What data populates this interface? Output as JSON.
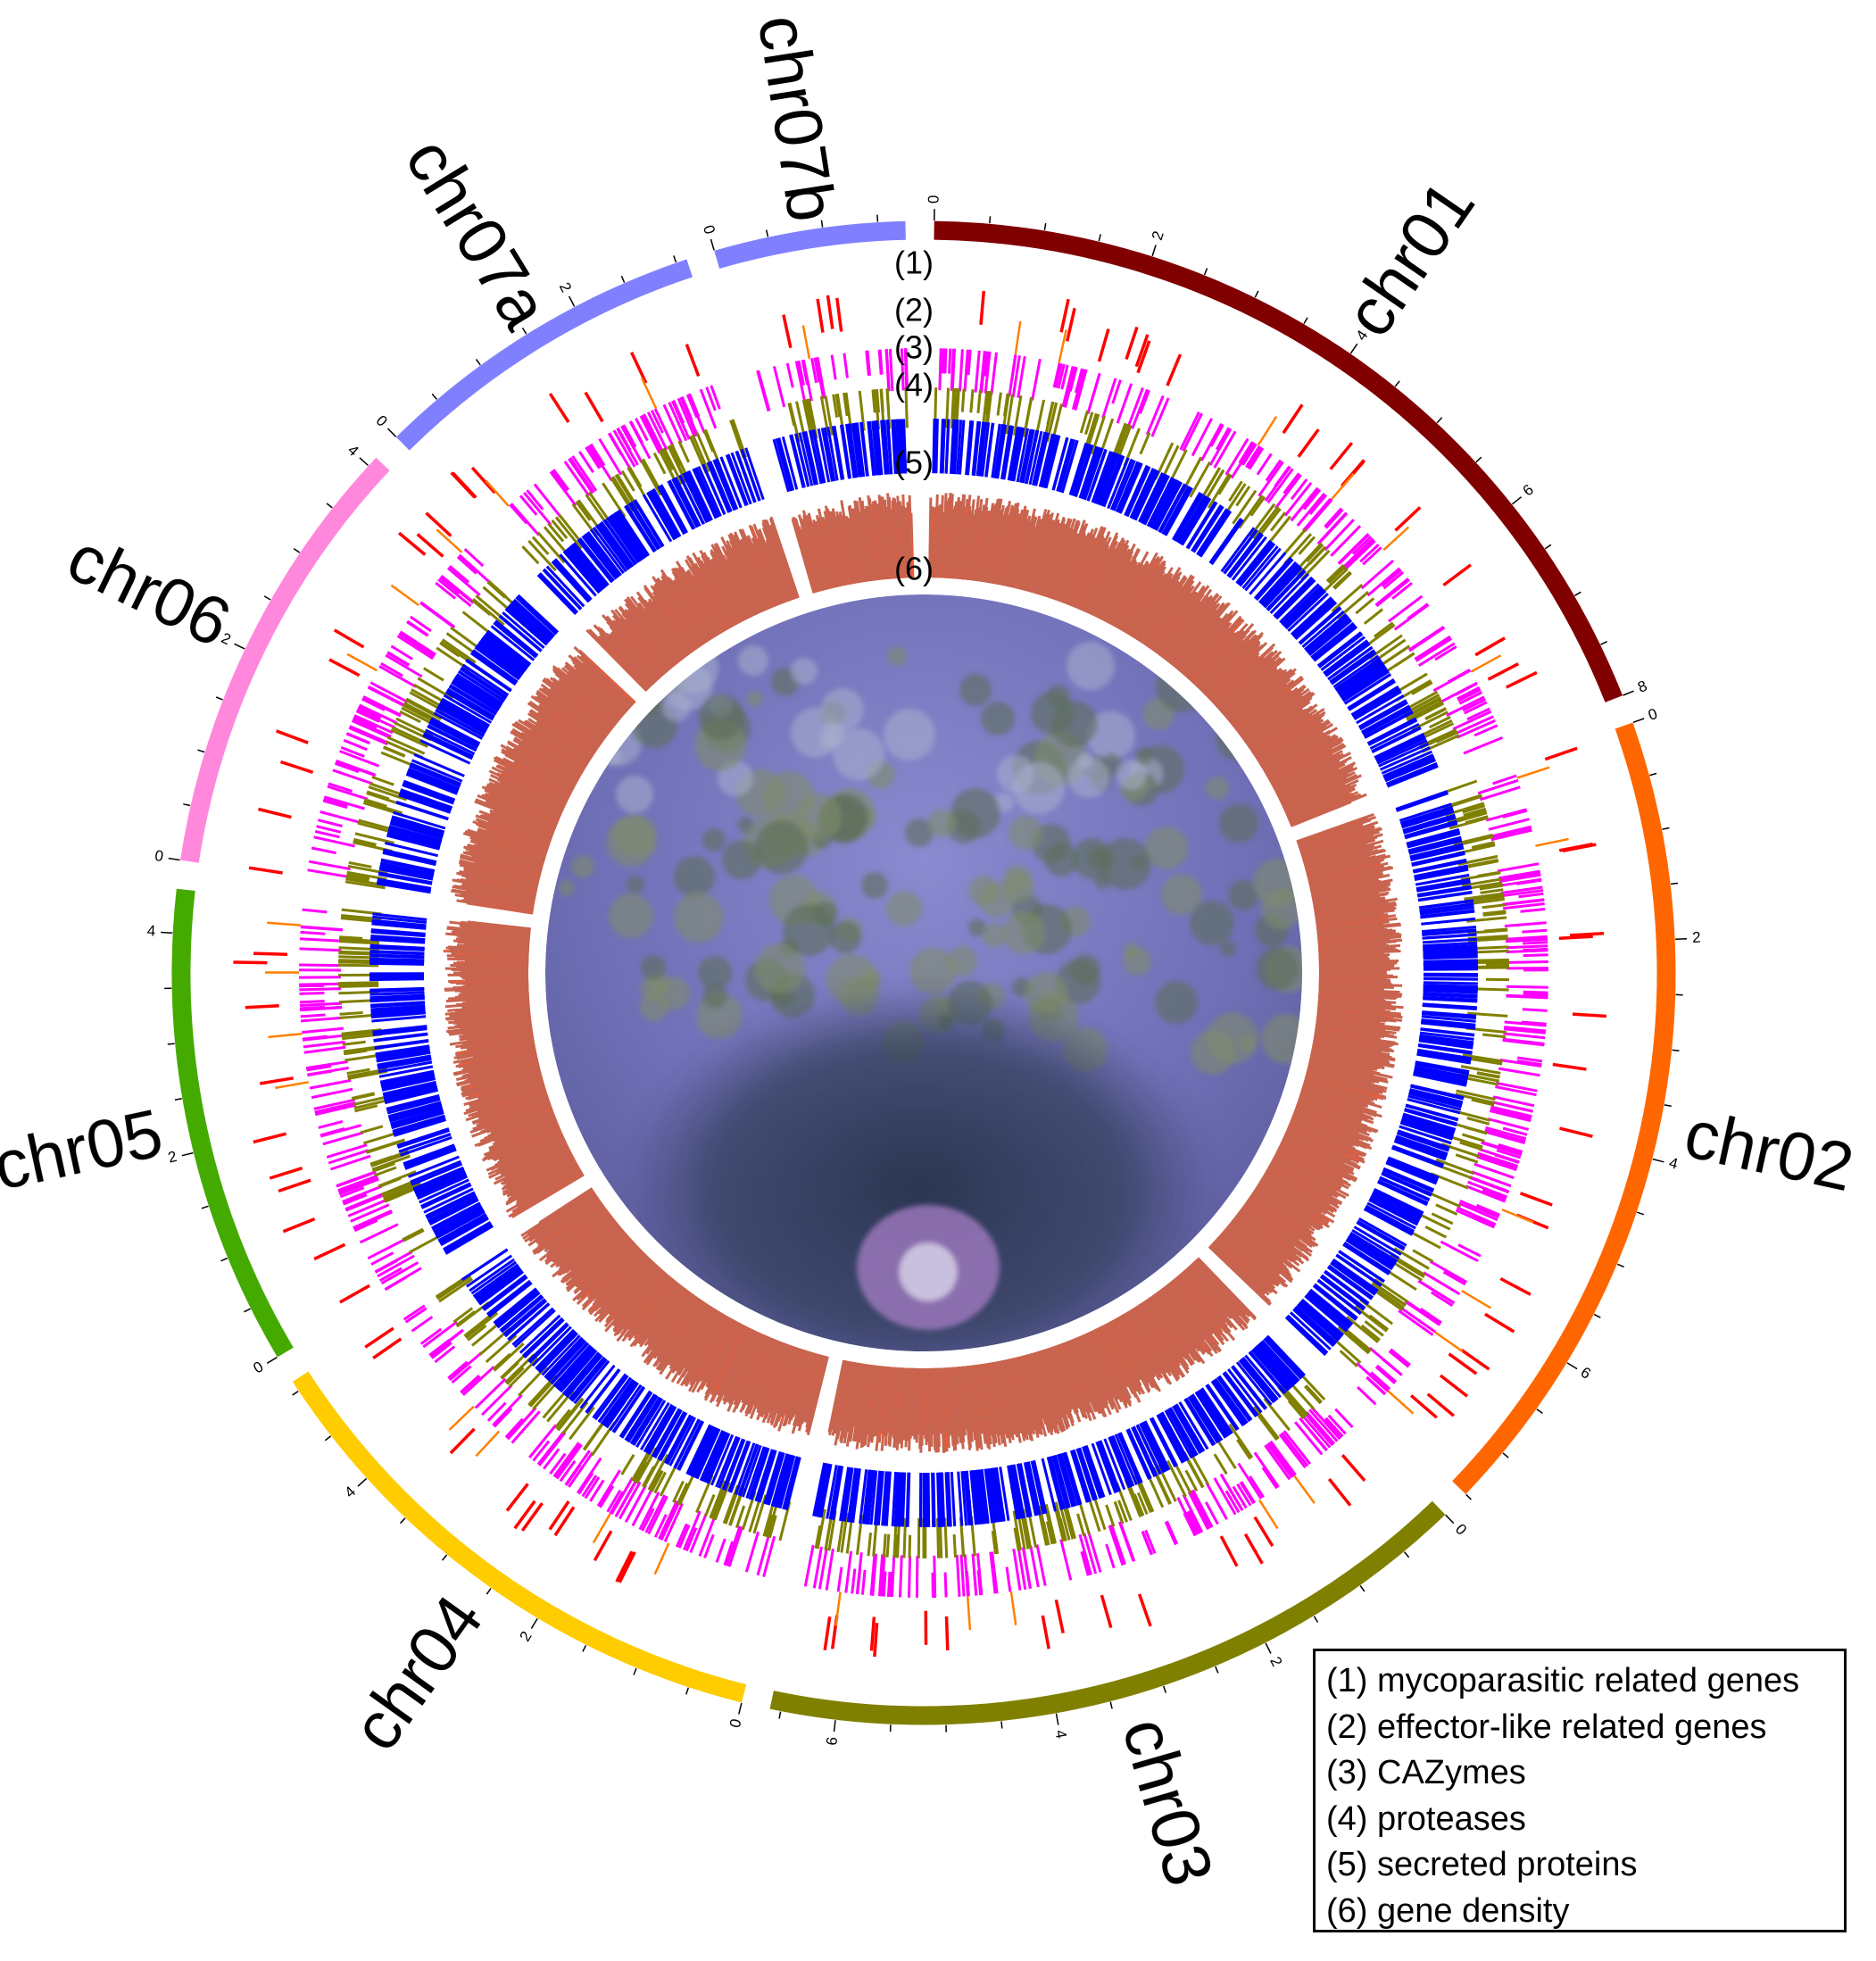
{
  "chromosomes": [
    {
      "name": "chr01",
      "length_mb": 8.0,
      "color": "#800000"
    },
    {
      "name": "chr02",
      "length_mb": 7.5,
      "color": "#ff6600"
    },
    {
      "name": "chr03",
      "length_mb": 6.6,
      "color": "#808000"
    },
    {
      "name": "chr04",
      "length_mb": 5.1,
      "color": "#ffcc00"
    },
    {
      "name": "chr05",
      "length_mb": 4.4,
      "color": "#44aa00"
    },
    {
      "name": "chr06",
      "length_mb": 4.1,
      "color": "#ff88dd"
    },
    {
      "name": "chr07a",
      "length_mb": 3.1,
      "color": "#8080ff"
    },
    {
      "name": "chr07b",
      "length_mb": 1.75,
      "color": "#8080ff"
    }
  ],
  "tick_label_step_mb": 2,
  "tracks": [
    {
      "id": "(1)",
      "name": "mycoparasitic related genes",
      "color": "#ff0000"
    },
    {
      "id": "(2)",
      "name": "effector-like related genes",
      "color": "#ff8000"
    },
    {
      "id": "(3)",
      "name": "CAZymes",
      "color": "#ff00ff"
    },
    {
      "id": "(4)",
      "name": "proteases",
      "color": "#808000"
    },
    {
      "id": "(5)",
      "name": "secreted proteins",
      "color": "#0000ff"
    },
    {
      "id": "(6)",
      "name": "gene density",
      "color": "#c8644f"
    }
  ],
  "legend": {
    "items": [
      "(1) mycoparasitic related genes",
      "(2) effector-like related genes",
      "(3) CAZymes",
      "(4) proteases",
      "(5) secreted proteins",
      "(6) gene density"
    ]
  }
}
